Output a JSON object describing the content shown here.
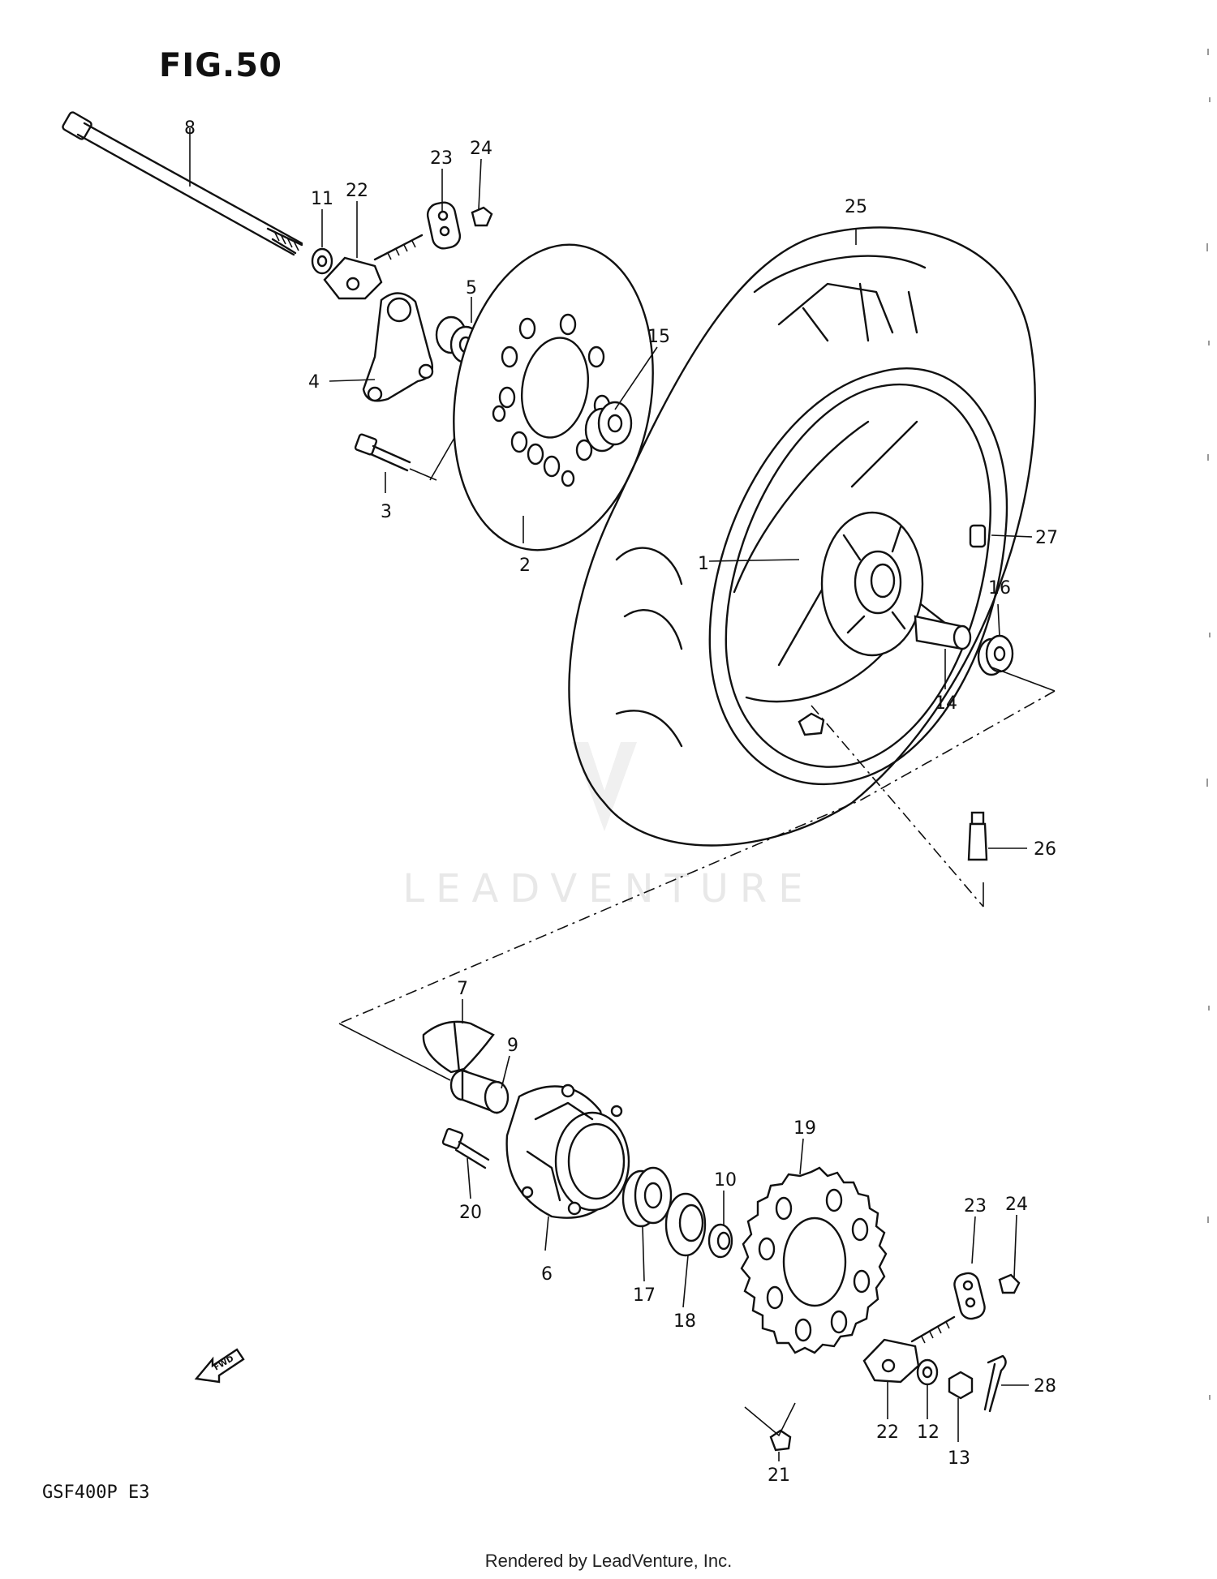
{
  "figure": {
    "title": "FIG.50",
    "model": "GSF400P  E3"
  },
  "watermark": "LEADVENTURE",
  "footer": "Rendered by LeadVenture, Inc.",
  "fwd_badge": "FWD",
  "callouts": [
    "1",
    "2",
    "3",
    "4",
    "5",
    "6",
    "7",
    "8",
    "9",
    "10",
    "11",
    "12",
    "13",
    "14",
    "15",
    "16",
    "17",
    "18",
    "19",
    "20",
    "21",
    "22",
    "22",
    "23",
    "23",
    "24",
    "24",
    "25",
    "26",
    "27",
    "28"
  ]
}
